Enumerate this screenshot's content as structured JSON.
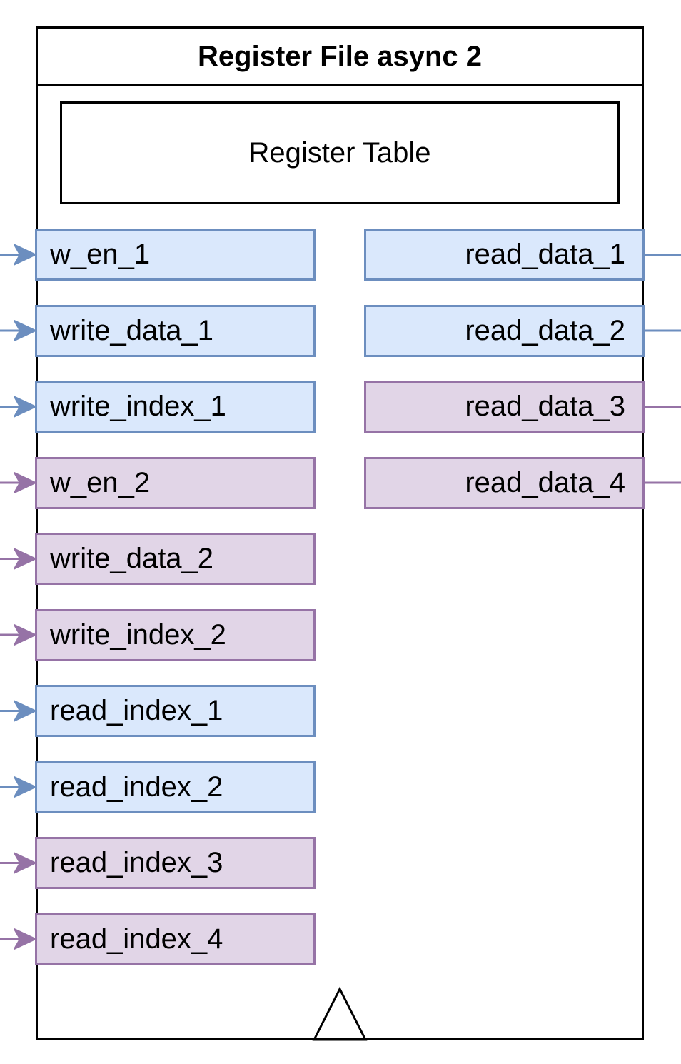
{
  "block": {
    "title": "Register File async 2",
    "table_label": "Register Table"
  },
  "colors": {
    "blue_fill": "#dae8fc",
    "blue_stroke": "#6c8ebf",
    "purple_fill": "#e1d5e7",
    "purple_stroke": "#9673a6",
    "outline": "#000000"
  },
  "inputs": [
    {
      "label": "w_en_1",
      "group": "blue"
    },
    {
      "label": "write_data_1",
      "group": "blue"
    },
    {
      "label": "write_index_1",
      "group": "blue"
    },
    {
      "label": "w_en_2",
      "group": "purple"
    },
    {
      "label": "write_data_2",
      "group": "purple"
    },
    {
      "label": "write_index_2",
      "group": "purple"
    },
    {
      "label": "read_index_1",
      "group": "blue"
    },
    {
      "label": "read_index_2",
      "group": "blue"
    },
    {
      "label": "read_index_3",
      "group": "purple"
    },
    {
      "label": "read_index_4",
      "group": "purple"
    }
  ],
  "outputs": [
    {
      "label": "read_data_1",
      "group": "blue"
    },
    {
      "label": "read_data_2",
      "group": "blue"
    },
    {
      "label": "read_data_3",
      "group": "purple"
    },
    {
      "label": "read_data_4",
      "group": "purple"
    }
  ],
  "clock": {
    "icon": "clock-triangle-icon"
  }
}
